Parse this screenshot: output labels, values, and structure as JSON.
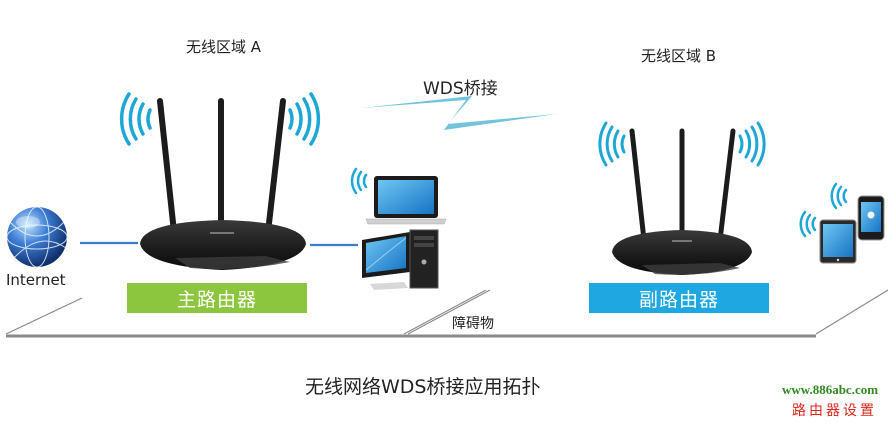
{
  "diagram": {
    "title": "无线网络WDS桥接应用拓扑",
    "zone_a": {
      "label": "无线区域 A"
    },
    "zone_b": {
      "label": "无线区域 B"
    },
    "link": {
      "label": "WDS桥接",
      "color": "#5bb8d6"
    },
    "main_router": {
      "label": "主路由器",
      "color": "#8cc63f"
    },
    "sub_router": {
      "label": "副路由器",
      "color": "#1ea7e1"
    },
    "internet": {
      "label": "Internet",
      "icon": "globe-icon"
    },
    "obstacle": {
      "label": "障碍物"
    },
    "devices_a": [
      {
        "name": "laptop",
        "icon": "laptop-icon",
        "connection": "wireless"
      },
      {
        "name": "desktop",
        "icon": "desktop-pc-icon",
        "connection": "wired"
      }
    ],
    "devices_b": [
      {
        "name": "tablet",
        "icon": "tablet-icon",
        "connection": "wireless"
      },
      {
        "name": "phone",
        "icon": "smartphone-icon",
        "connection": "wireless"
      }
    ],
    "colors": {
      "wifi_waves": "#1ea7d6",
      "cable": "#3d7cc9",
      "floor_line": "#8a8a8a",
      "router_body": "#1e1e1e"
    }
  },
  "watermark": {
    "url": "www.886abc.com",
    "text": "路由器设置"
  }
}
